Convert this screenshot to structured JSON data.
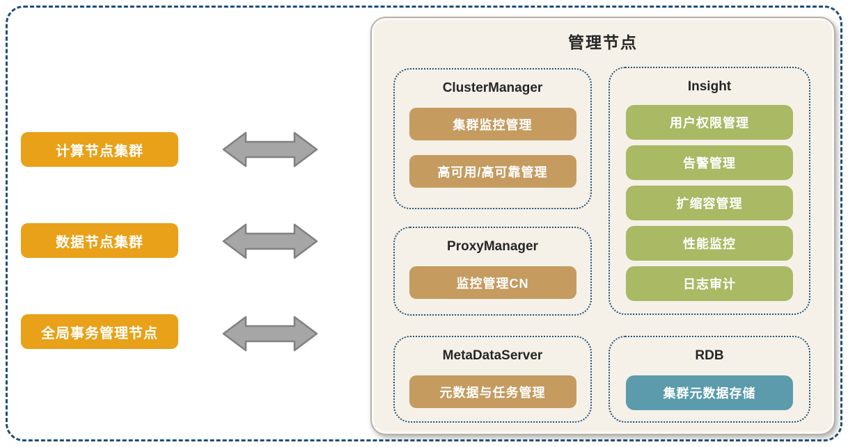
{
  "left_nodes": [
    {
      "label": "计算节点集群"
    },
    {
      "label": "数据节点集群"
    },
    {
      "label": "全局事务管理节点"
    }
  ],
  "panel": {
    "title": "管理节点",
    "groups": {
      "cluster_manager": {
        "title": "ClusterManager",
        "items": [
          "集群监控管理",
          "高可用/高可靠管理"
        ]
      },
      "insight": {
        "title": "Insight",
        "items": [
          "用户权限管理",
          "告警管理",
          "扩缩容管理",
          "性能监控",
          "日志审计"
        ]
      },
      "proxy_manager": {
        "title": "ProxyManager",
        "items": [
          "监控管理CN"
        ]
      },
      "metadata_server": {
        "title": "MetaDataServer",
        "items": [
          "元数据与任务管理"
        ]
      },
      "rdb": {
        "title": "RDB",
        "items": [
          "集群元数据存储"
        ]
      }
    }
  },
  "colors": {
    "boundary_dash": "#1F4E79",
    "node_orange": "#E8A118",
    "button_tan": "#C59B60",
    "button_green": "#A9B964",
    "button_teal": "#5B9BAB",
    "arrow_fill": "#A6A6A6",
    "arrow_stroke": "#808080",
    "panel_background": "#F5F1E8"
  }
}
